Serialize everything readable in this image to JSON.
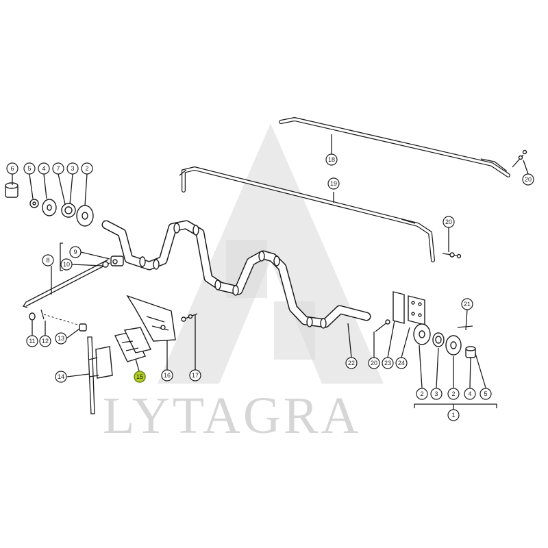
{
  "watermark": {
    "text": "LYTAGRA"
  },
  "callouts": [
    {
      "id": "6",
      "label": "6",
      "highlighted": false
    },
    {
      "id": "5a",
      "label": "5",
      "highlighted": false
    },
    {
      "id": "4a",
      "label": "4",
      "highlighted": false
    },
    {
      "id": "7",
      "label": "7",
      "highlighted": false
    },
    {
      "id": "3a",
      "label": "3",
      "highlighted": false
    },
    {
      "id": "2a",
      "label": "2",
      "highlighted": false
    },
    {
      "id": "9",
      "label": "9",
      "highlighted": false
    },
    {
      "id": "10",
      "label": "10",
      "highlighted": false
    },
    {
      "id": "8",
      "label": "8",
      "highlighted": false
    },
    {
      "id": "11",
      "label": "11",
      "highlighted": false
    },
    {
      "id": "12",
      "label": "12",
      "highlighted": false
    },
    {
      "id": "13",
      "label": "13",
      "highlighted": false
    },
    {
      "id": "14",
      "label": "14",
      "highlighted": false
    },
    {
      "id": "15",
      "label": "15",
      "highlighted": true
    },
    {
      "id": "16",
      "label": "16",
      "highlighted": false
    },
    {
      "id": "17",
      "label": "17",
      "highlighted": false
    },
    {
      "id": "18",
      "label": "18",
      "highlighted": false
    },
    {
      "id": "19",
      "label": "19",
      "highlighted": false
    },
    {
      "id": "20a",
      "label": "20",
      "highlighted": false
    },
    {
      "id": "20b",
      "label": "20",
      "highlighted": false
    },
    {
      "id": "20c",
      "label": "20",
      "highlighted": false
    },
    {
      "id": "21",
      "label": "21",
      "highlighted": false
    },
    {
      "id": "22",
      "label": "22",
      "highlighted": false
    },
    {
      "id": "23",
      "label": "23",
      "highlighted": false
    },
    {
      "id": "24",
      "label": "24",
      "highlighted": false
    },
    {
      "id": "2b",
      "label": "2",
      "highlighted": false
    },
    {
      "id": "3b",
      "label": "3",
      "highlighted": false
    },
    {
      "id": "2c",
      "label": "2",
      "highlighted": false
    },
    {
      "id": "4b",
      "label": "4",
      "highlighted": false
    },
    {
      "id": "5b",
      "label": "5",
      "highlighted": false
    },
    {
      "id": "1",
      "label": "1",
      "highlighted": false
    }
  ],
  "colors": {
    "line": "#1a1a1a",
    "highlight": "#b5cf2a",
    "watermark": "#d2d2d2"
  }
}
